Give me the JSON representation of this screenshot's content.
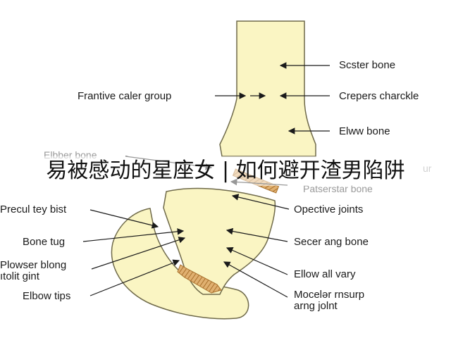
{
  "colors": {
    "bone_fill": "#faf5c3",
    "bone_stroke": "#6f6a4a",
    "ligament": "#d9a055",
    "arrow": "#1a1a1a"
  },
  "overlay_title": "易被感动的星座女 | 如何避开渣男陷阱",
  "labels": {
    "scster_bone": "Scster bone",
    "frantive_caler_group": "Frantive caler group",
    "crepers_charckle": "Crepers charckle",
    "elww_bone": "Elww bone",
    "elbber_bone": "Elbber bone",
    "ur_fragment": "ur",
    "patserstar_bone": "Patserstar bone",
    "precul_tey_bist": "Precul tey bist",
    "opective_joints": "Opective joints",
    "bone_tug": "Bone tug",
    "secer_ang_bone": "Secer ang bone",
    "plowser_blong_line1": "Plowser blong",
    "plowser_blong_line2": "ıtolit gint",
    "ellow_all_vary": "Ellow all vary",
    "elbow_tips": "Elbow tips",
    "moceler_line1": "Mocelər rnsurp",
    "moceler_line2": "arng jolnt"
  }
}
